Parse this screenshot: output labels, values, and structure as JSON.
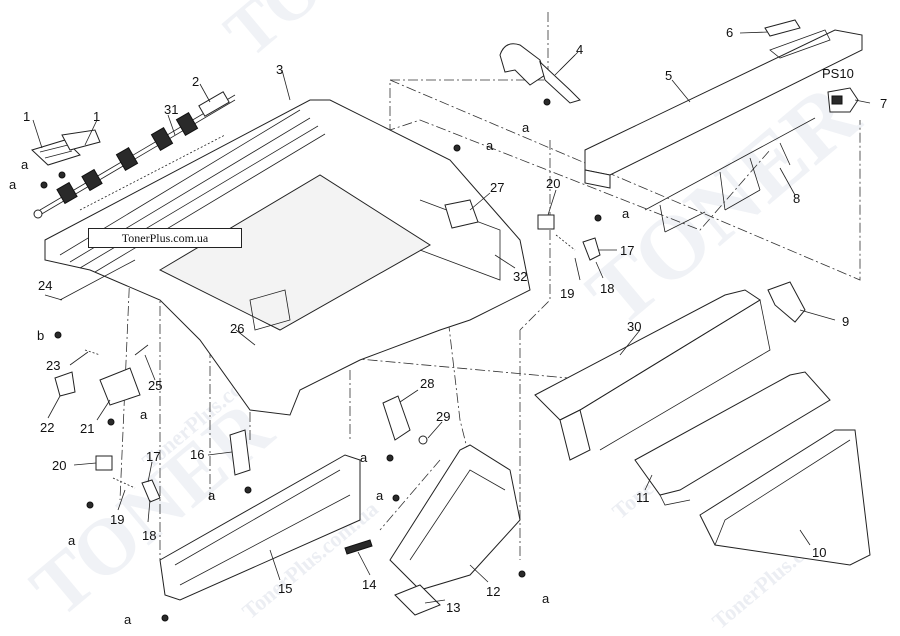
{
  "watermark": {
    "brand": "TONER",
    "site": "TonerPlus.com.ua"
  },
  "banner": {
    "text": "TonerPlus.com.ua"
  },
  "sensor_label": "PS10",
  "callouts": {
    "c1a": "1",
    "c1b": "1",
    "c2": "2",
    "c3": "3",
    "c4": "4",
    "c5": "5",
    "c6": "6",
    "c7": "7",
    "c8": "8",
    "c9": "9",
    "c10": "10",
    "c11": "11",
    "c12": "12",
    "c13": "13",
    "c14": "14",
    "c15": "15",
    "c16": "16",
    "c17a": "17",
    "c17b": "17",
    "c18a": "18",
    "c18b": "18",
    "c19a": "19",
    "c19b": "19",
    "c20a": "20",
    "c20b": "20",
    "c21": "21",
    "c22": "22",
    "c23": "23",
    "c24": "24",
    "c25": "25",
    "c26": "26",
    "c27": "27",
    "c28": "28",
    "c29": "29",
    "c30": "30",
    "c31": "31",
    "c32": "32"
  },
  "screws": {
    "a1": "a",
    "a2": "a",
    "a3": "a",
    "a4": "a",
    "a5": "a",
    "a6": "a",
    "a7": "a",
    "a8": "a",
    "a9": "a",
    "a10": "a",
    "a11": "a",
    "a12": "a",
    "b1": "b"
  }
}
